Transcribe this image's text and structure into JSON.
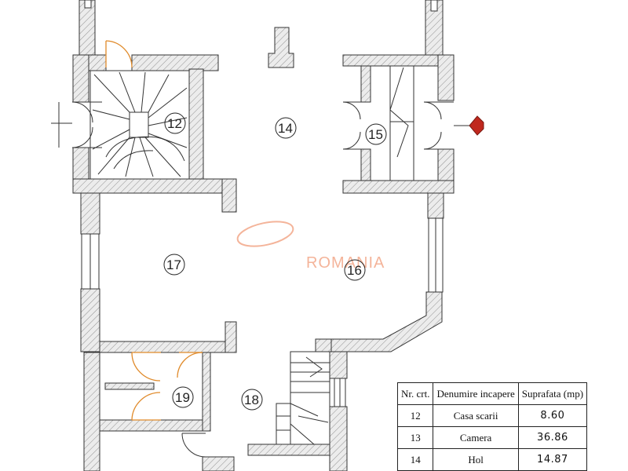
{
  "watermark": {
    "text": "ROMANIA",
    "color": "#f4b49a"
  },
  "colors": {
    "wall_fill": "#e6e6e6",
    "wall_stroke": "#333333",
    "door_color": "#e08a2a",
    "entry_arrow": "#c0281e"
  },
  "rooms": [
    {
      "id": "12",
      "label": "12"
    },
    {
      "id": "14",
      "label": "14"
    },
    {
      "id": "15",
      "label": "15"
    },
    {
      "id": "16",
      "label": "16"
    },
    {
      "id": "17",
      "label": "17"
    },
    {
      "id": "18",
      "label": "18"
    },
    {
      "id": "19",
      "label": "19"
    }
  ],
  "legend": {
    "headers": {
      "nr": "Nr. crt.",
      "name": "Denumire incapere",
      "area": "Suprafata (mp)"
    },
    "rows": [
      {
        "nr": "12",
        "name": "Casa scarii",
        "area": "8.60"
      },
      {
        "nr": "13",
        "name": "Camera",
        "area": "36.86"
      },
      {
        "nr": "14",
        "name": "Hol",
        "area": "14.87"
      }
    ]
  }
}
